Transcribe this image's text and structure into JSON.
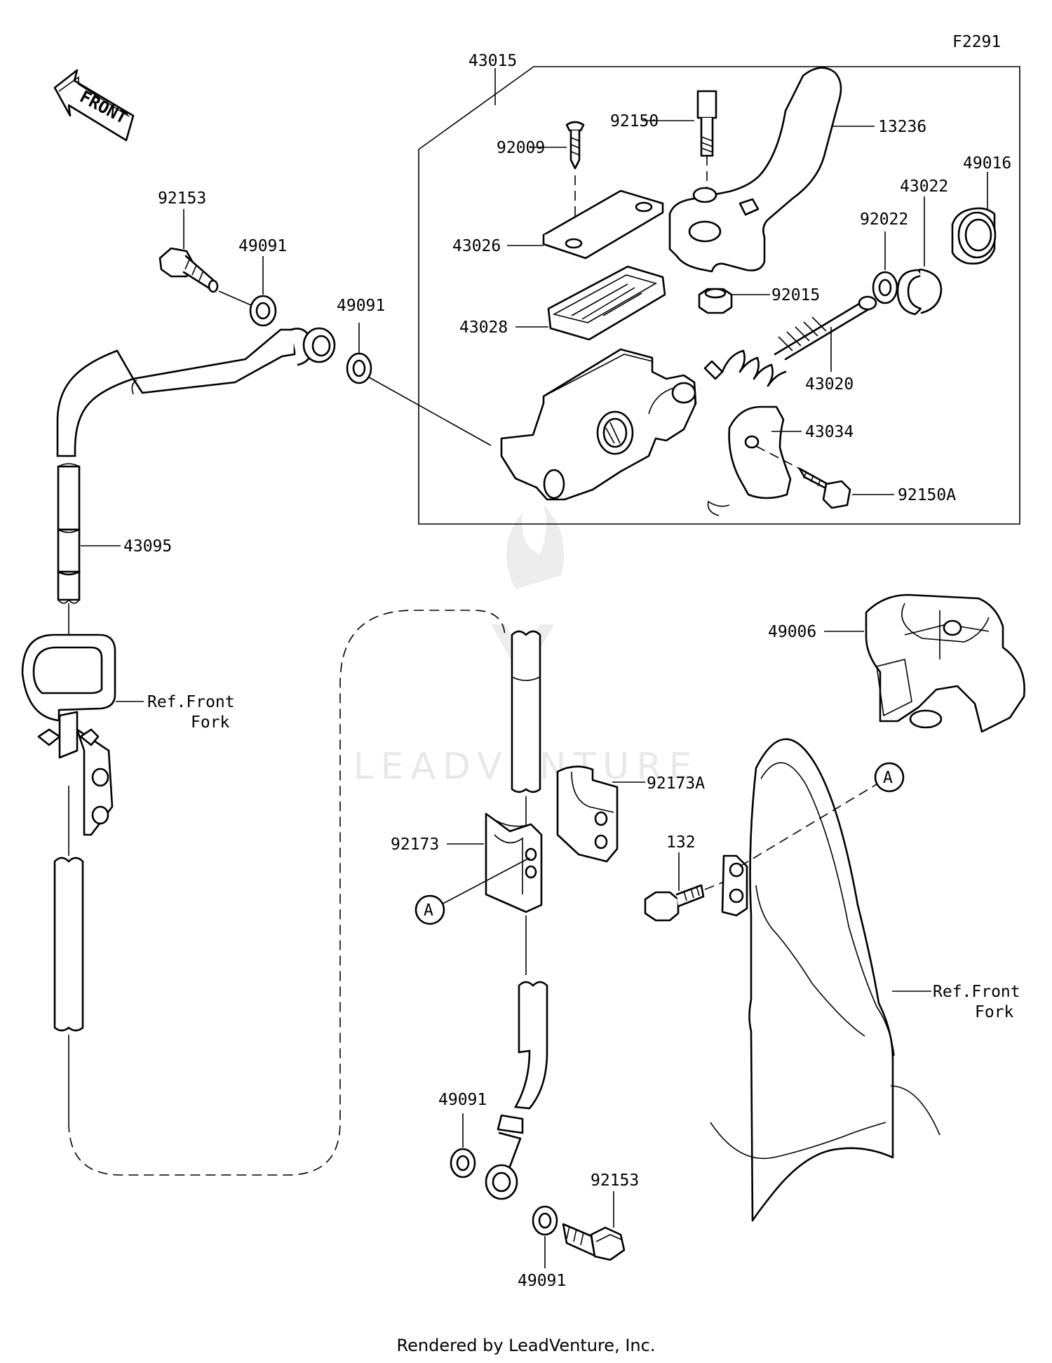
{
  "diagram": {
    "figure_code": "F2291",
    "front_arrow_label": "FRONT",
    "watermark": "LEADVENTURE",
    "footer": "Rendered by LeadVenture, Inc.",
    "callout_letter": "A",
    "labels": {
      "p43015": "43015",
      "p92150_top": "92150",
      "p13236": "13236",
      "p92009": "92009",
      "p49016": "49016",
      "p43022": "43022",
      "p92022": "92022",
      "p43026": "43026",
      "p92015": "92015",
      "p43028": "43028",
      "p43020": "43020",
      "p43034": "43034",
      "p92150A": "92150A",
      "p92153_top": "92153",
      "p49091_top_a": "49091",
      "p49091_top_b": "49091",
      "p43095": "43095",
      "p49006": "49006",
      "ref_front_fork_left_1": "Ref.Front",
      "ref_front_fork_left_2": "Fork",
      "p92173A": "92173A",
      "p92173": "92173",
      "p132": "132",
      "ref_front_fork_right_1": "Ref.Front",
      "ref_front_fork_right_2": "Fork",
      "p49091_bot_a": "49091",
      "p92153_bot": "92153",
      "p49091_bot_b": "49091"
    }
  }
}
